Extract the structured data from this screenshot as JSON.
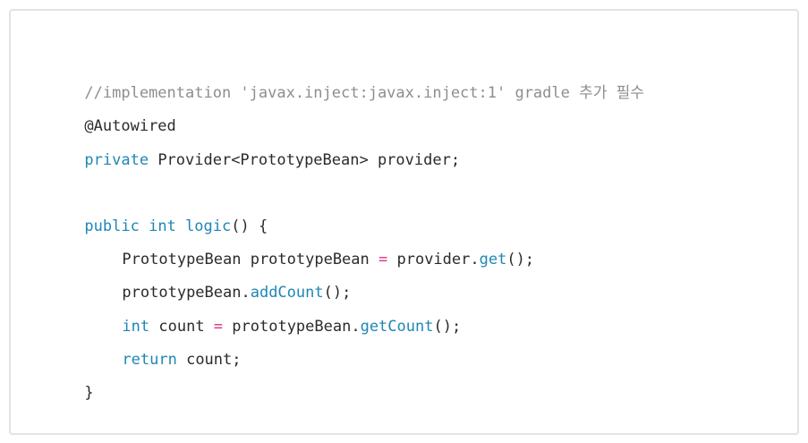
{
  "code": {
    "comment_line": "//implementation 'javax.inject:javax.inject:1' gradle 추가 필수",
    "annotation": "@Autowired",
    "line3": {
      "kw_private": "private",
      "rest": " Provider<PrototypeBean> provider;"
    },
    "line5": {
      "kw_public": "public",
      "space1": " ",
      "kw_int": "int",
      "space2": " ",
      "method_logic": "logic",
      "rest": "() {"
    },
    "line6": {
      "prefix": "PrototypeBean prototypeBean ",
      "op_eq": "=",
      "mid": " provider.",
      "method_get": "get",
      "rest": "();"
    },
    "line7": {
      "prefix": "prototypeBean.",
      "method_addCount": "addCount",
      "rest": "();"
    },
    "line8": {
      "kw_int": "int",
      "mid1": " count ",
      "op_eq": "=",
      "mid2": " prototypeBean.",
      "method_getCount": "getCount",
      "rest": "();"
    },
    "line9": {
      "kw_return": "return",
      "rest": " count;"
    },
    "closing_brace": "}"
  },
  "colors": {
    "keyword": "#1e87b4",
    "operator": "#d63384",
    "comment": "#8e8e8e",
    "text": "#2b2b2b",
    "border": "#e3e3e3"
  }
}
